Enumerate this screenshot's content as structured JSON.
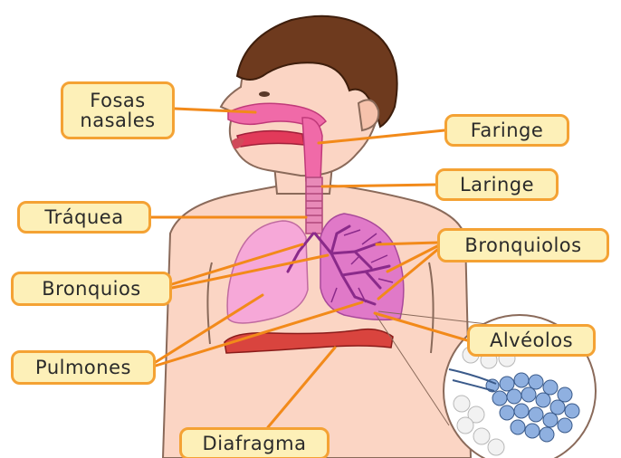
{
  "labels": {
    "fosas_line1": "Fosas",
    "fosas_line2": "nasales",
    "faringe": "Faringe",
    "laringe": "Laringe",
    "traquea": "Tráquea",
    "bronquiolos": "Bronquiolos",
    "bronquios": "Bronquios",
    "alveolos": "Alvéolos",
    "pulmones": "Pulmones",
    "diafragma": "Diafragma"
  },
  "colors": {
    "skin": "#fbd5c4",
    "skin_outline": "#8a6a5a",
    "hair": "#6e3a1e",
    "lung_left": "#f6a8d8",
    "lung_right": "#e079c8",
    "bronchi": "#8a2a8a",
    "trachea": "#e88ab8",
    "diaphragm": "#d9443e",
    "label_fill": "#fdf0b8",
    "label_border": "#f4a234",
    "leader_line": "#f28a1a",
    "alveoli": "#8fb0e0"
  },
  "icons": {
    "human_figure": "human-torso-figure",
    "alveoli_zoom": "alveoli-magnifier"
  }
}
